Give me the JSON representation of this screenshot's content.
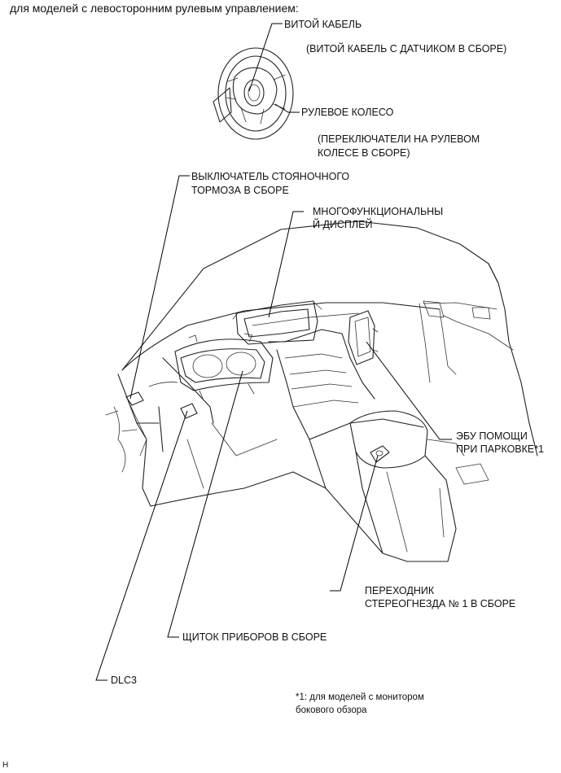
{
  "header": "для моделей с левосторонним рулевым управлением:",
  "labels": {
    "spiral_cable": "ВИТОЙ КАБЕЛЬ",
    "spiral_cable_sub": "(ВИТОЙ КАБЕЛЬ С ДАТЧИКОМ В СБОРЕ)",
    "steering_wheel": "РУЛЕВОЕ КОЛЕСО",
    "steering_switch_1": "(ПЕРЕКЛЮЧАТЕЛИ НА РУЛЕВОМ",
    "steering_switch_2": "КОЛЕСЕ В СБОРЕ)",
    "parking_brake_1": "ВЫКЛЮЧАТЕЛЬ СТОЯНОЧНОГО",
    "parking_brake_2": "ТОРМОЗА В СБОРЕ",
    "display_1": "МНОГОФУНКЦИОНАЛЬНЫ",
    "display_2": "Й ДИСПЛЕЙ",
    "ecu_1": "ЭБУ ПОМОЩИ",
    "ecu_2": "ПРИ ПАРКОВКЕ*1",
    "stereo_1": "ПЕРЕХОДНИК",
    "stereo_2": "СТЕРЕОГНЕЗДА № 1 В СБОРЕ",
    "cluster": "ЩИТОК ПРИБОРОВ В СБОРЕ",
    "dlc3": "DLC3"
  },
  "footnote": {
    "line1": "*1: для моделей с монитором",
    "line2": "бокового обзора"
  },
  "corner_mark": "H"
}
